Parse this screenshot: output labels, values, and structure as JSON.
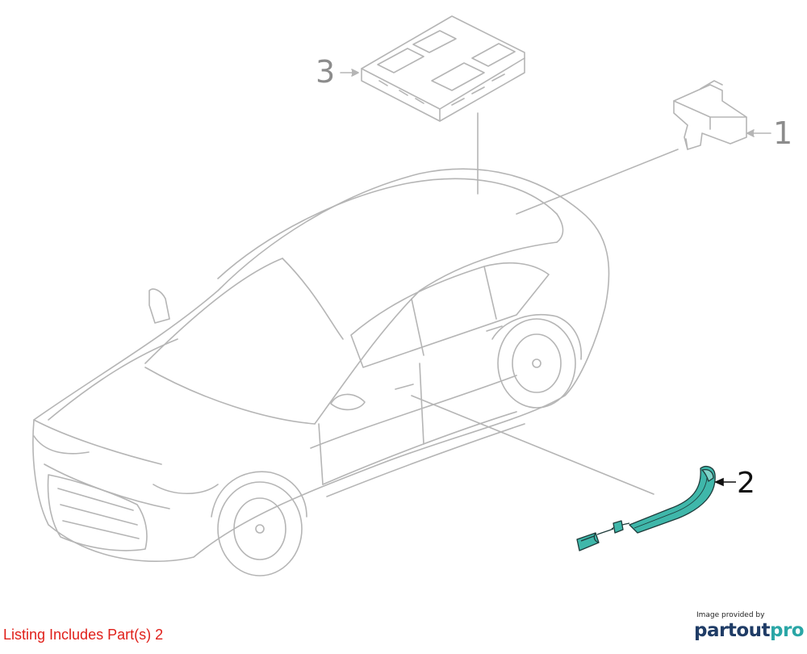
{
  "callouts": {
    "part1": "1",
    "part2": "2",
    "part3": "3"
  },
  "listing_text": "Listing Includes Part(s) 2",
  "credit": {
    "caption": "Image provided by",
    "brand_part": "partout",
    "brand_pro": "pro"
  },
  "colors": {
    "outline": "#b5b5b5",
    "highlight": "#3fb7aa",
    "listing": "#e0201a",
    "brand_dark": "#1f3c66",
    "brand_accent": "#2aa6a6"
  }
}
